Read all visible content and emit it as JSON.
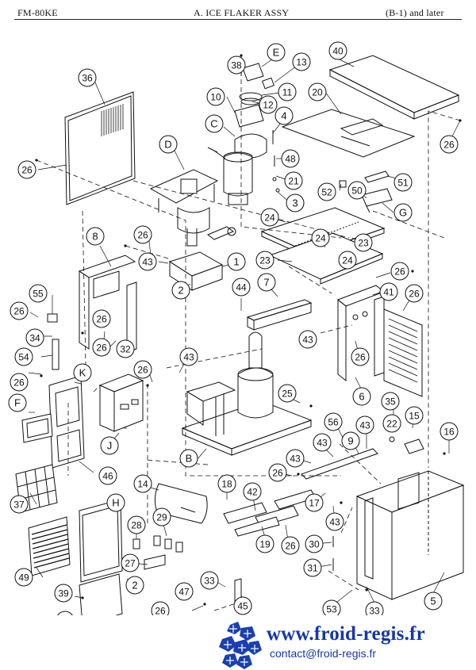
{
  "header": {
    "model": "FM-80KE",
    "title": "A. ICE FLAKER ASSY",
    "serial": "(B-1) and later"
  },
  "callouts": {
    "n1": "1",
    "n2": "2",
    "n3": "3",
    "n4": "4",
    "n5": "5",
    "n6": "6",
    "n7": "7",
    "n8": "8",
    "n9": "9",
    "n10": "10",
    "n11": "11",
    "n12": "12",
    "n13": "13",
    "n14": "14",
    "n15": "15",
    "n16": "16",
    "n17": "17",
    "n18": "18",
    "n19": "19",
    "n20": "20",
    "n21": "21",
    "n22": "22",
    "n23": "23",
    "n24": "24",
    "n25": "25",
    "n26": "26",
    "n27": "27",
    "n28": "28",
    "n29": "29",
    "n30": "30",
    "n31": "31",
    "n32": "32",
    "n33": "33",
    "n34": "34",
    "n35": "35",
    "n36": "36",
    "n37": "37",
    "n38": "38",
    "n39": "39",
    "n40": "40",
    "n41": "41",
    "n42": "42",
    "n43": "43",
    "n44": "44",
    "n45": "45",
    "n46": "46",
    "n47": "47",
    "n48": "48",
    "n49": "49",
    "n50": "50",
    "n51": "51",
    "n52": "52",
    "n53": "53",
    "n54": "54",
    "n55": "55",
    "n56": "56",
    "lB": "B",
    "lC": "C",
    "lD": "D",
    "lE": "E",
    "lF": "F",
    "lG": "G",
    "lH": "H",
    "lJ": "J",
    "lK": "K"
  },
  "footer": {
    "website": "www.froid-regis.fr",
    "email": "contact@froid-regis.fr",
    "logo_icon": "snowflake-cluster-icon",
    "logo_color": "#1a3fb0",
    "text_color": "#1338a8"
  }
}
